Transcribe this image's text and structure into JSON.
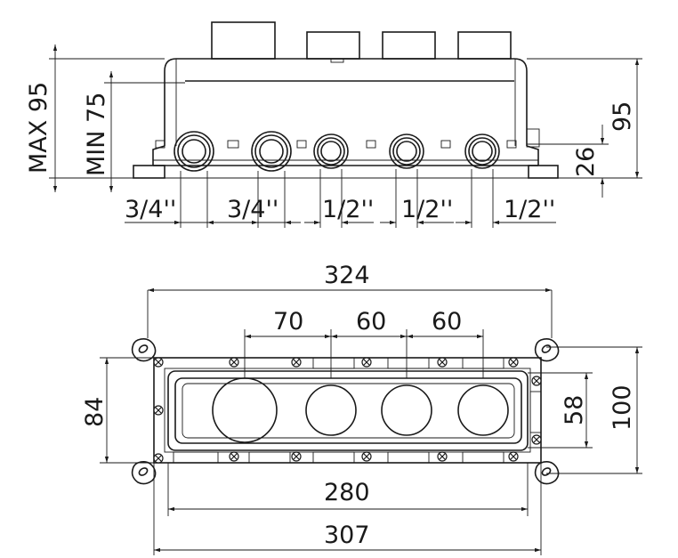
{
  "side_view": {
    "max_height": "MAX 95",
    "min_height": "MIN 75",
    "height_right": "95",
    "outlet_height": "26",
    "ports": [
      "3/4''",
      "3/4''",
      "1/2''",
      "1/2''",
      "1/2''"
    ]
  },
  "top_view": {
    "overall_width": "324",
    "spacing_1": "70",
    "spacing_2": "60",
    "spacing_3": "60",
    "left_height": "84",
    "inner_height": "58",
    "outer_height": "100",
    "inner_width": "280",
    "body_width": "307"
  }
}
